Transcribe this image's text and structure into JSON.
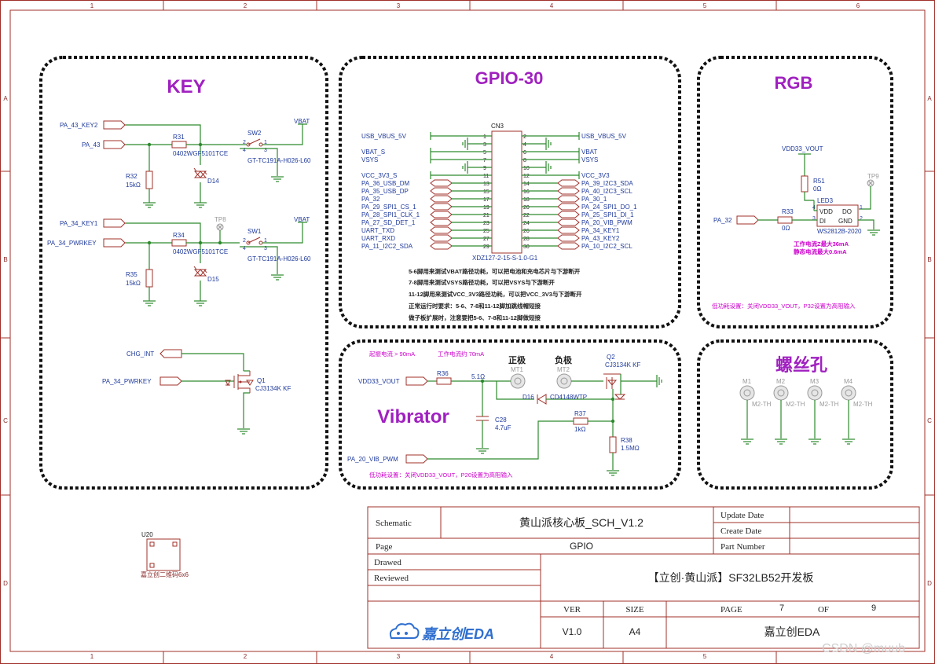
{
  "frame": {
    "col_numbers": [
      "1",
      "2",
      "3",
      "4",
      "5",
      "6"
    ],
    "row_letters": [
      "A",
      "B",
      "C",
      "D"
    ]
  },
  "sections": {
    "key": "KEY",
    "gpio": "GPIO-30",
    "rgb": "RGB",
    "vibrator": "Vibrator",
    "screw": "螺丝孔"
  },
  "key": {
    "net_key2": "PA_43_KEY2",
    "net_pa43": "PA_43",
    "r31": "R31",
    "r31_part": "0402WGF5101TCE",
    "sw2": "SW2",
    "sw2_part": "GT-TC191A-H026-L60",
    "vbat1": "VBAT",
    "r32": "R32",
    "r32_val": "15kΩ",
    "d14": "D14",
    "net_key1": "PA_34_KEY1",
    "net_pwrkey": "PA_34_PWRKEY",
    "tp8": "TP8",
    "vbat2": "VBAT",
    "r34": "R34",
    "r34_part": "0402WGF5101TCE",
    "sw1": "SW1",
    "sw1_part": "GT-TC191A-H026-L60",
    "r35": "R35",
    "r35_val": "15kΩ",
    "d15": "D15",
    "sw_pins_a": [
      "2",
      "4"
    ],
    "sw_pins_b": [
      "1",
      "3"
    ],
    "net_chg": "CHG_INT",
    "net_pwrkey2": "PA_34_PWRKEY",
    "q1": "Q1",
    "q1_part": "CJ3134K KF"
  },
  "gpio": {
    "cn3": "CN3",
    "cn3_part": "XDZ127-2-15-S-1.0-G1",
    "left_nets": [
      "USB_VBUS_5V",
      "VBAT_S",
      "VSYS",
      "VCC_3V3_S",
      "PA_36_USB_DM",
      "PA_35_USB_DP",
      "PA_32",
      "PA_29_SPI1_CS_1",
      "PA_28_SPI1_CLK_1",
      "PA_27_SD_DET_1",
      "UART_TXD",
      "UART_RXD",
      "PA_11_I2C2_SDA"
    ],
    "right_nets": [
      "USB_VBUS_5V",
      "VBAT",
      "VSYS",
      "VCC_3V3",
      "PA_39_I2C3_SDA",
      "PA_40_I2C3_SCL",
      "PA_30_1",
      "PA_24_SPI1_DO_1",
      "PA_25_SPI1_DI_1",
      "PA_20_VIB_PWM",
      "PA_34_KEY1",
      "PA_43_KEY2",
      "PA_10_I2C2_SCL"
    ],
    "odd_pins": [
      "1",
      "3",
      "5",
      "7",
      "9",
      "11",
      "13",
      "15",
      "17",
      "19",
      "21",
      "23",
      "25",
      "27",
      "29"
    ],
    "even_pins": [
      "2",
      "4",
      "6",
      "8",
      "10",
      "12",
      "14",
      "16",
      "18",
      "20",
      "22",
      "24",
      "26",
      "28",
      "30"
    ],
    "notes": [
      "5-6脚用来测试VBAT路径功耗，可以把电池和充电芯片与下游断开",
      "7-8脚用来测试VSYS路径功耗，可以把VSYS与下游断开",
      "11-12脚用来测试VCC_3V3路径功耗，可以把VCC_3V3与下游断开",
      "正常运行时要求：5-6、7-8和11-12脚加跳线帽短接",
      "做子板扩展时，注意要把5-6、7-8和11-12脚做短接"
    ]
  },
  "rgb": {
    "vdd": "VDD33_VOUT",
    "r51": "R51",
    "r51_val": "0Ω",
    "tp9": "TP9",
    "led3": "LED3",
    "led_vdd": "VDD",
    "led_do": "DO",
    "led_di": "DI",
    "led_gnd": "GND",
    "pin4": "4",
    "pin3": "3",
    "pin1": "1",
    "pin2": "2",
    "net_pa32": "PA_32",
    "r33": "R33",
    "r33_val": "0Ω",
    "led_part": "WS2812B-2020",
    "note1": "工作电流Z最大36mA",
    "note2": "静态电流最大0.6mA",
    "lowpower": "低功耗设置：关闭VDD33_VOUT，P32设置为高阻输入"
  },
  "vib": {
    "note_start": "起振电流 > 90mA",
    "note_work": "工作电流约 70mA",
    "net_vdd": "VDD33_VOUT",
    "r36": "R36",
    "r36_val": "5.1Ω",
    "pos": "正极",
    "neg": "负极",
    "mt1": "MT1",
    "mt2": "MT2",
    "q2": "Q2",
    "q2_part": "CJ3134K KF",
    "d16": "D16",
    "d16_part": "CD4148WTP",
    "c28": "C28",
    "c28_val": "4.7uF",
    "r37": "R37",
    "r37_val": "1kΩ",
    "r38": "R38",
    "r38_val": "1.5MΩ",
    "net_pwm": "PA_20_VIB_PWM",
    "lowpower": "低功耗设置：关闭VDD33_VOUT，P20设置为高阻输入"
  },
  "screw": {
    "holes": [
      "M1",
      "M2",
      "M3",
      "M4"
    ],
    "part": "M2-TH"
  },
  "u20": {
    "ref": "U20",
    "label": "嘉立创二维码6x6"
  },
  "title_block": {
    "schematic_label": "Schematic",
    "schematic_value": "黄山派核心板_SCH_V1.2",
    "page_label": "Page",
    "page_value": "GPIO",
    "drawed_label": "Drawed",
    "reviewed_label": "Reviewed",
    "update_label": "Update Date",
    "create_label": "Create Date",
    "part_label": "Part Number",
    "board_name": "【立创·黄山派】SF32LB52开发板",
    "ver_label": "VER",
    "size_label": "SIZE",
    "pageno_label": "PAGE",
    "page_num": "7",
    "of_label": "OF",
    "page_total": "9",
    "ver_value": "V1.0",
    "size_value": "A4",
    "company": "嘉立创EDA",
    "logo_text": "嘉立创EDA"
  },
  "watermark": "CSDN @muub"
}
